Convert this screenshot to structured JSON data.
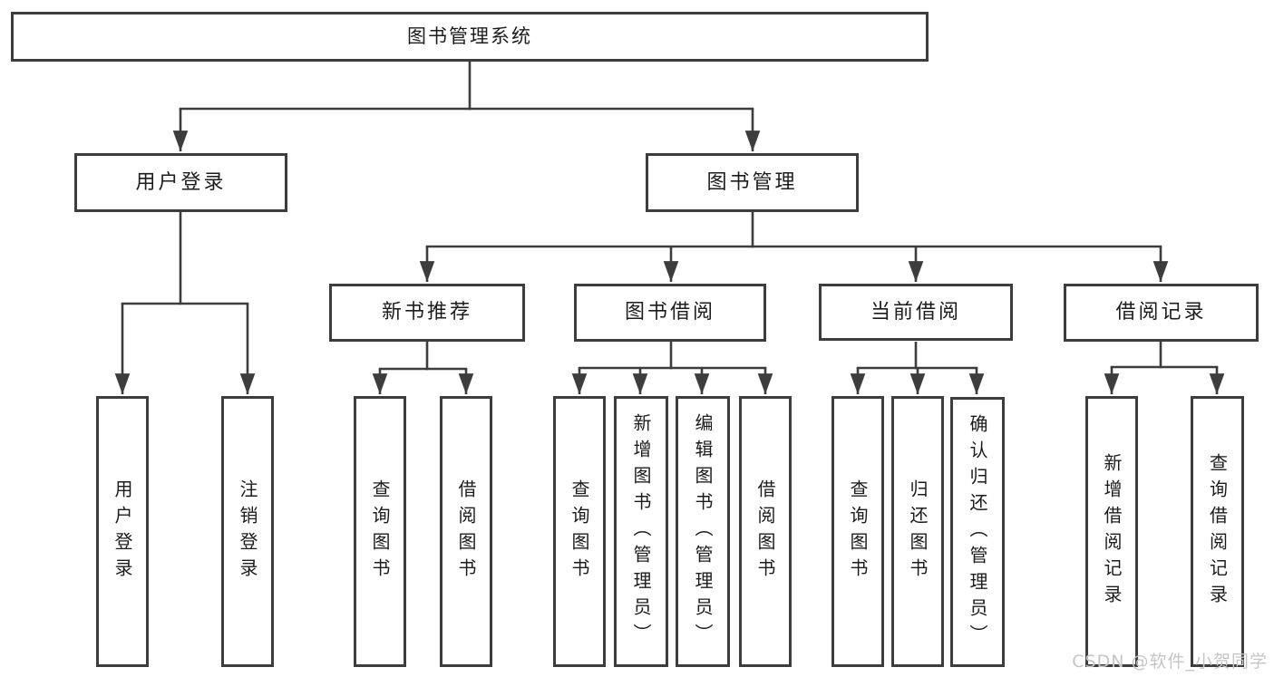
{
  "diagram_type": "hierarchy-tree",
  "tree": {
    "label": "图书管理系统",
    "children": [
      {
        "label": "用户登录",
        "children": [
          {
            "label": "用户登录"
          },
          {
            "label": "注销登录"
          }
        ]
      },
      {
        "label": "图书管理",
        "children": [
          {
            "label": "新书推荐",
            "children": [
              {
                "label": "查询图书"
              },
              {
                "label": "借阅图书"
              }
            ]
          },
          {
            "label": "图书借阅",
            "children": [
              {
                "label": "查询图书"
              },
              {
                "label": "新增图书（管理员）"
              },
              {
                "label": "编辑图书（管理员）"
              },
              {
                "label": "借阅图书"
              }
            ]
          },
          {
            "label": "当前借阅",
            "children": [
              {
                "label": "查询图书"
              },
              {
                "label": "归还图书"
              },
              {
                "label": "确认归还（管理员）"
              }
            ]
          },
          {
            "label": "借阅记录",
            "children": [
              {
                "label": "新增借阅记录"
              },
              {
                "label": "查询借阅记录"
              }
            ]
          }
        ]
      }
    ]
  },
  "watermark": {
    "text": "CSDN @软件_小贺同学"
  },
  "colors": {
    "line": "#3d3d3d",
    "box_border": "#3d3d3d",
    "box_fill": "#ffffff",
    "text": "#1c1c1c",
    "watermark": "#c6c6c6",
    "background": "#ffffff"
  }
}
